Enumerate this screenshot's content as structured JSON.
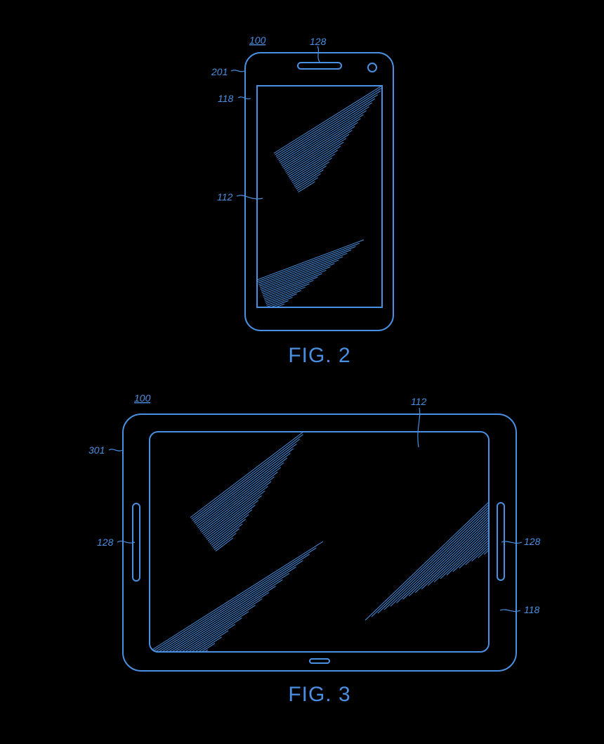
{
  "colors": {
    "background": "#000000",
    "line": "#4a90e2",
    "text": "#4a90e2"
  },
  "figure_2": {
    "caption": "FIG. 2",
    "labels": {
      "device": "100",
      "speaker": "128",
      "housing": "201",
      "bezel": "118",
      "display": "112"
    }
  },
  "figure_3": {
    "caption": "FIG. 3",
    "labels": {
      "device": "100",
      "display": "112",
      "housing": "301",
      "speaker_left": "128",
      "speaker_right": "128",
      "bezel": "118"
    }
  }
}
